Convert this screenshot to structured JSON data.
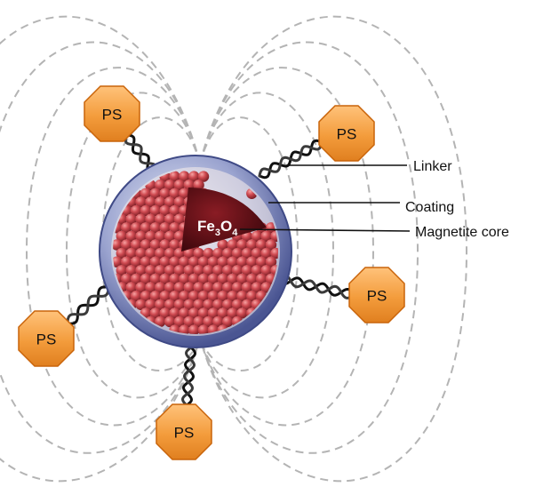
{
  "labels": {
    "linker": "Linker",
    "coating": "Coating",
    "magnetite_core": "Magnetite core"
  },
  "core_formula": {
    "fe": "Fe",
    "fe_sub": "3",
    "o": "O",
    "o_sub": "4"
  },
  "ps_label": "PS",
  "colors": {
    "field_line": "#b4b4b4",
    "ps_fill": "#f39c3c",
    "ps_stroke": "#c9640a",
    "coating": "#5b6aa8",
    "bead": "#c0414a",
    "core_wedge": "#5a0c12",
    "dna_strand": "#111111"
  }
}
